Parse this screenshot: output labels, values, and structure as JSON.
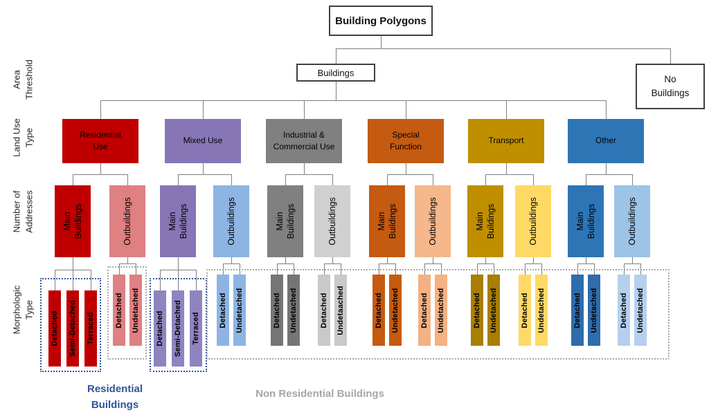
{
  "diagram_title": "Building Polygons",
  "area_threshold": {
    "buildings_label": "Buildings",
    "no_buildings_lines": [
      "No",
      "Buildings"
    ]
  },
  "axis_labels": [
    {
      "id": "area-threshold",
      "lines": [
        "Area",
        "Threshold"
      ]
    },
    {
      "id": "land-use-type",
      "lines": [
        "Land Use",
        "Type"
      ]
    },
    {
      "id": "number-of-addresses",
      "lines": [
        "Number of",
        "Addresses"
      ]
    },
    {
      "id": "morphologic-type",
      "lines": [
        "Morphologic",
        "Type"
      ]
    }
  ],
  "columns": [
    {
      "id": "residential",
      "label_lines": [
        "Residential",
        "Use"
      ],
      "color": "#c00000",
      "main": {
        "label_lines": [
          "Main",
          "Buildings"
        ],
        "color": "#c00000",
        "bars": {
          "layout": "triple",
          "color": "#c00000",
          "labels": [
            "Detached",
            "Semi-Detached",
            "Terraced"
          ]
        }
      },
      "out": {
        "label": "Outbuildings",
        "color": "#df8082",
        "bars": {
          "layout": "double",
          "color": "#df8082",
          "labels": [
            "Detached",
            "Undetached"
          ]
        }
      }
    },
    {
      "id": "mixed-use",
      "label_lines": [
        "Mixed Use"
      ],
      "color": "#8776b6",
      "main": {
        "label_lines": [
          "Main",
          "Buildings"
        ],
        "color": "#8776b6",
        "bars": {
          "layout": "triple",
          "color": "#8f84c0",
          "labels": [
            "Detached",
            "Semi-Detached",
            "Terraced"
          ]
        }
      },
      "out": {
        "label": "Outbuildings",
        "color": "#8eb4e3",
        "bars": {
          "layout": "double",
          "color": "#8eb4e3",
          "labels": [
            "Detached",
            "Undetached"
          ]
        }
      }
    },
    {
      "id": "industrial-commercial",
      "label_lines": [
        "Industrial &",
        "Commercial Use"
      ],
      "color": "#808080",
      "main": {
        "label_lines": [
          "Main",
          "Buildings"
        ],
        "color": "#808080",
        "bars": {
          "layout": "double",
          "color": "#757575",
          "labels": [
            "Detached",
            "Undetached"
          ]
        }
      },
      "out": {
        "label": "Outbuildings",
        "color": "#d0d0d0",
        "bars": {
          "layout": "double",
          "color": "#c9c9c9",
          "labels": [
            "Detached",
            "Undetaached"
          ]
        }
      }
    },
    {
      "id": "special-function",
      "label_lines": [
        "Special",
        "Function"
      ],
      "color": "#c55a11",
      "main": {
        "label_lines": [
          "Main",
          "Buildings"
        ],
        "color": "#c55a11",
        "bars": {
          "layout": "double",
          "color": "#c55a11",
          "labels": [
            "Detached",
            "Undetached"
          ]
        }
      },
      "out": {
        "label": "Outbuildings",
        "color": "#f5b78c",
        "bars": {
          "layout": "double",
          "color": "#f4b183",
          "labels": [
            "Detached",
            "Undetached"
          ]
        }
      }
    },
    {
      "id": "transport",
      "label_lines": [
        "Transport"
      ],
      "color": "#bf8f00",
      "main": {
        "label_lines": [
          "Main",
          "Buildings"
        ],
        "color": "#bf8f00",
        "bars": {
          "layout": "double",
          "color": "#a87e03",
          "labels": [
            "Detached",
            "Undetached"
          ]
        }
      },
      "out": {
        "label": "Outbuildings",
        "color": "#ffd966",
        "bars": {
          "layout": "double",
          "color": "#ffd966",
          "labels": [
            "Detached",
            "Undetached"
          ]
        }
      }
    },
    {
      "id": "other",
      "label_lines": [
        "Other"
      ],
      "color": "#2e75b6",
      "main": {
        "label_lines": [
          "Main",
          "Buildings"
        ],
        "color": "#2e75b6",
        "bars": {
          "layout": "double",
          "color": "#2e6cab",
          "labels": [
            "Detached",
            "Undetached"
          ]
        }
      },
      "out": {
        "label": "Outbuildings",
        "color": "#9dc3e6",
        "bars": {
          "layout": "double",
          "color": "#b4d0ed",
          "labels": [
            "Detached",
            "Undetached"
          ]
        }
      }
    }
  ],
  "group_labels": {
    "residential_lines": [
      "Residential",
      "Buildings"
    ],
    "non_residential": "Non Residential Buildings"
  },
  "legend_colors": {
    "residential_highlight_border": "#2a56a0",
    "non_residential_highlight_border": "#a6a6a6",
    "residential_label_text": "#2f5496",
    "non_residential_label_text": "#a6a6a6",
    "connector_line": "#7f7f7f",
    "box_border": "#3f3f3f"
  }
}
